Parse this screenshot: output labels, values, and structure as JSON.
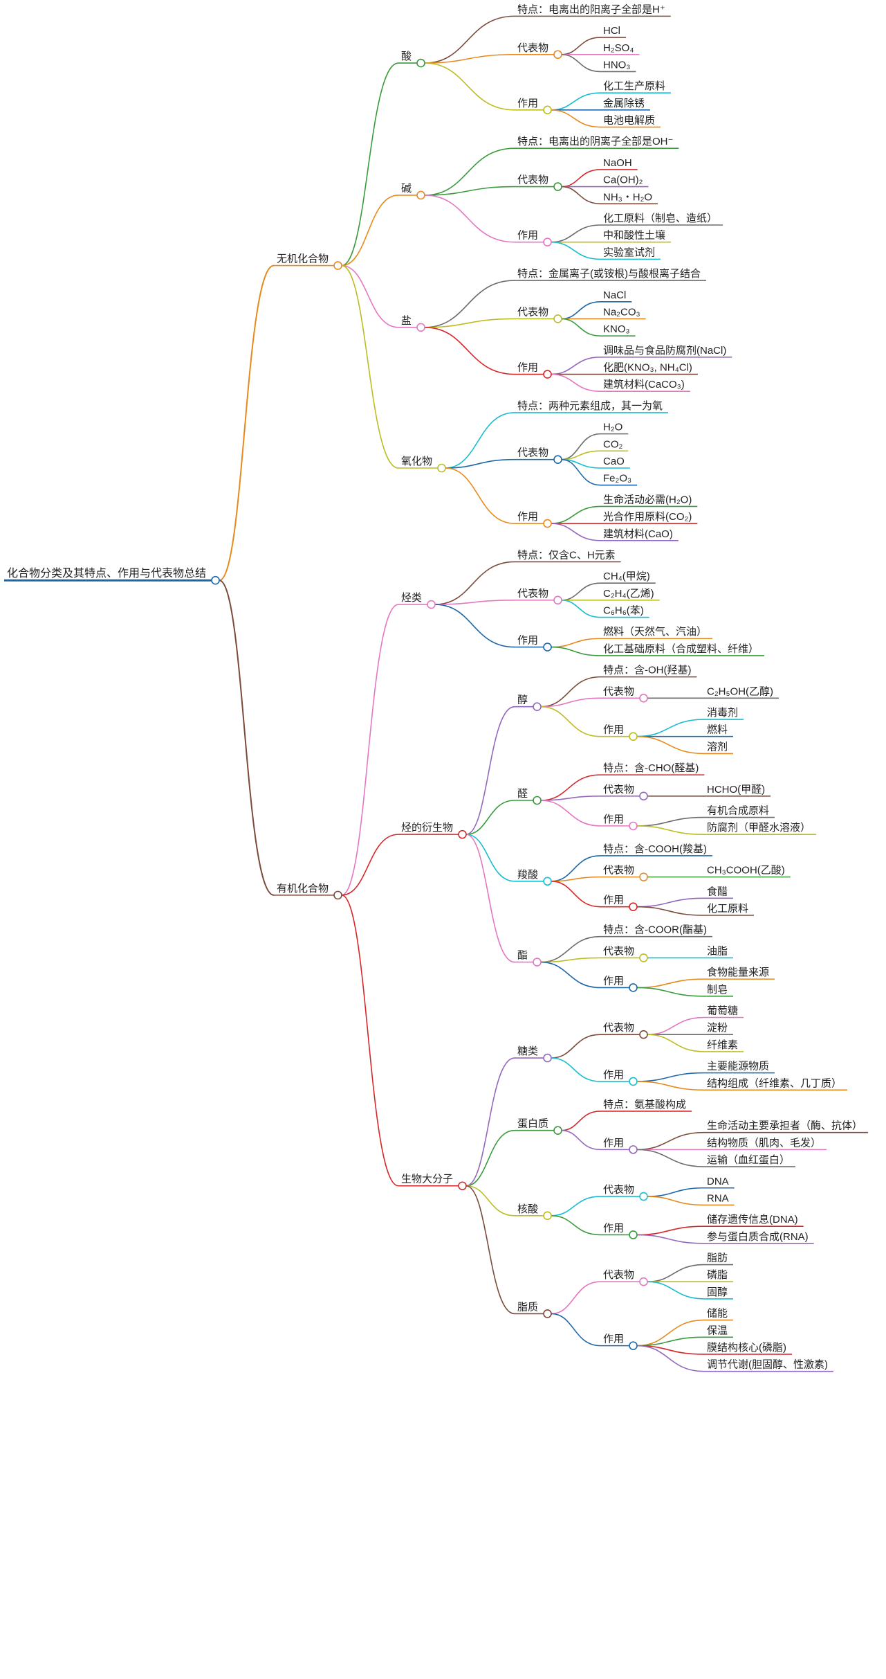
{
  "mindmap": {
    "text": "化合物分类及其特点、作用与代表物总结",
    "color": "#1f66a8",
    "children": [
      {
        "text": "无机化合物",
        "color": "#e8891c",
        "children": [
          {
            "text": "酸",
            "color": "#3a9a3c",
            "children": [
              {
                "text": "特点：电离出的阳离子全部是H⁺",
                "color": "#7b4a3a"
              },
              {
                "text": "代表物",
                "color": "#e8891c",
                "children": [
                  {
                    "text": "HCl",
                    "color": "#7b4a3a"
                  },
                  {
                    "text": "H₂SO₄",
                    "color": "#e377c2"
                  },
                  {
                    "text": "HNO₃",
                    "color": "#6b6b6b"
                  }
                ]
              },
              {
                "text": "作用",
                "color": "#bcbd22",
                "children": [
                  {
                    "text": "化工生产原料",
                    "color": "#17becf"
                  },
                  {
                    "text": "金属除锈",
                    "color": "#1f66a8"
                  },
                  {
                    "text": "电池电解质",
                    "color": "#e8891c"
                  }
                ]
              }
            ]
          },
          {
            "text": "碱",
            "color": "#e8891c",
            "children": [
              {
                "text": "特点：电离出的阴离子全部是OH⁻",
                "color": "#3a9a3c"
              },
              {
                "text": "代表物",
                "color": "#3a9a3c",
                "children": [
                  {
                    "text": "NaOH",
                    "color": "#d62728"
                  },
                  {
                    "text": "Ca(OH)₂",
                    "color": "#9467bd"
                  },
                  {
                    "text": "NH₃・H₂O",
                    "color": "#7b4a3a"
                  }
                ]
              },
              {
                "text": "作用",
                "color": "#e377c2",
                "children": [
                  {
                    "text": "化工原料（制皂、造纸）",
                    "color": "#6b6b6b"
                  },
                  {
                    "text": "中和酸性土壤",
                    "color": "#bcbd22"
                  },
                  {
                    "text": "实验室试剂",
                    "color": "#17becf"
                  }
                ]
              }
            ]
          },
          {
            "text": "盐",
            "color": "#e377c2",
            "children": [
              {
                "text": "特点：金属离子(或铵根)与酸根离子结合",
                "color": "#6b6b6b"
              },
              {
                "text": "代表物",
                "color": "#bcbd22",
                "children": [
                  {
                    "text": "NaCl",
                    "color": "#1f66a8"
                  },
                  {
                    "text": "Na₂CO₃",
                    "color": "#e8891c"
                  },
                  {
                    "text": "KNO₃",
                    "color": "#3a9a3c"
                  }
                ]
              },
              {
                "text": "作用",
                "color": "#d62728",
                "children": [
                  {
                    "text": "调味品与食品防腐剂(NaCl)",
                    "color": "#9467bd"
                  },
                  {
                    "text": "化肥(KNO₃, NH₄Cl)",
                    "color": "#7b4a3a"
                  },
                  {
                    "text": "建筑材料(CaCO₃)",
                    "color": "#e377c2"
                  }
                ]
              }
            ]
          },
          {
            "text": "氧化物",
            "color": "#bcbd22",
            "children": [
              {
                "text": "特点：两种元素组成，其一为氧",
                "color": "#17becf"
              },
              {
                "text": "代表物",
                "color": "#1f66a8",
                "children": [
                  {
                    "text": "H₂O",
                    "color": "#6b6b6b"
                  },
                  {
                    "text": "CO₂",
                    "color": "#bcbd22"
                  },
                  {
                    "text": "CaO",
                    "color": "#17becf"
                  },
                  {
                    "text": "Fe₂O₃",
                    "color": "#1f66a8"
                  }
                ]
              },
              {
                "text": "作用",
                "color": "#e8891c",
                "children": [
                  {
                    "text": "生命活动必需(H₂O)",
                    "color": "#3a9a3c"
                  },
                  {
                    "text": "光合作用原料(CO₂)",
                    "color": "#d62728"
                  },
                  {
                    "text": "建筑材料(CaO)",
                    "color": "#9467bd"
                  }
                ]
              }
            ]
          }
        ]
      },
      {
        "text": "有机化合物",
        "color": "#7b4a3a",
        "children": [
          {
            "text": "烃类",
            "color": "#e377c2",
            "children": [
              {
                "text": "特点：仅含C、H元素",
                "color": "#7b4a3a"
              },
              {
                "text": "代表物",
                "color": "#e377c2",
                "children": [
                  {
                    "text": "CH₄(甲烷)",
                    "color": "#6b6b6b"
                  },
                  {
                    "text": "C₂H₄(乙烯)",
                    "color": "#bcbd22"
                  },
                  {
                    "text": "C₆H₆(苯)",
                    "color": "#17becf"
                  }
                ]
              },
              {
                "text": "作用",
                "color": "#1f66a8",
                "children": [
                  {
                    "text": "燃料（天然气、汽油）",
                    "color": "#e8891c"
                  },
                  {
                    "text": "化工基础原料（合成塑料、纤维）",
                    "color": "#3a9a3c"
                  }
                ]
              }
            ]
          },
          {
            "text": "烃的衍生物",
            "color": "#d62728",
            "children": [
              {
                "text": "醇",
                "color": "#9467bd",
                "children": [
                  {
                    "text": "特点：含-OH(羟基)",
                    "color": "#7b4a3a"
                  },
                  {
                    "text": "代表物",
                    "color": "#e377c2",
                    "children": [
                      {
                        "text": "C₂H₅OH(乙醇)",
                        "color": "#6b6b6b"
                      }
                    ]
                  },
                  {
                    "text": "作用",
                    "color": "#bcbd22",
                    "children": [
                      {
                        "text": "消毒剂",
                        "color": "#17becf"
                      },
                      {
                        "text": "燃料",
                        "color": "#1f66a8"
                      },
                      {
                        "text": "溶剂",
                        "color": "#e8891c"
                      }
                    ]
                  }
                ]
              },
              {
                "text": "醛",
                "color": "#3a9a3c",
                "children": [
                  {
                    "text": "特点：含-CHO(醛基)",
                    "color": "#d62728"
                  },
                  {
                    "text": "代表物",
                    "color": "#9467bd",
                    "children": [
                      {
                        "text": "HCHO(甲醛)",
                        "color": "#7b4a3a"
                      }
                    ]
                  },
                  {
                    "text": "作用",
                    "color": "#e377c2",
                    "children": [
                      {
                        "text": "有机合成原料",
                        "color": "#6b6b6b"
                      },
                      {
                        "text": "防腐剂（甲醛水溶液）",
                        "color": "#bcbd22"
                      }
                    ]
                  }
                ]
              },
              {
                "text": "羧酸",
                "color": "#17becf",
                "children": [
                  {
                    "text": "特点：含-COOH(羧基)",
                    "color": "#1f66a8"
                  },
                  {
                    "text": "代表物",
                    "color": "#e8891c",
                    "children": [
                      {
                        "text": "CH₃COOH(乙酸)",
                        "color": "#3a9a3c"
                      }
                    ]
                  },
                  {
                    "text": "作用",
                    "color": "#d62728",
                    "children": [
                      {
                        "text": "食醋",
                        "color": "#9467bd"
                      },
                      {
                        "text": "化工原料",
                        "color": "#7b4a3a"
                      }
                    ]
                  }
                ]
              },
              {
                "text": "酯",
                "color": "#e377c2",
                "children": [
                  {
                    "text": "特点：含-COOR(酯基)",
                    "color": "#6b6b6b"
                  },
                  {
                    "text": "代表物",
                    "color": "#bcbd22",
                    "children": [
                      {
                        "text": "油脂",
                        "color": "#17becf"
                      }
                    ]
                  },
                  {
                    "text": "作用",
                    "color": "#1f66a8",
                    "children": [
                      {
                        "text": "食物能量来源",
                        "color": "#e8891c"
                      },
                      {
                        "text": "制皂",
                        "color": "#3a9a3c"
                      }
                    ]
                  }
                ]
              }
            ]
          },
          {
            "text": "生物大分子",
            "color": "#d62728",
            "children": [
              {
                "text": "糖类",
                "color": "#9467bd",
                "children": [
                  {
                    "text": "代表物",
                    "color": "#7b4a3a",
                    "children": [
                      {
                        "text": "葡萄糖",
                        "color": "#e377c2"
                      },
                      {
                        "text": "淀粉",
                        "color": "#6b6b6b"
                      },
                      {
                        "text": "纤维素",
                        "color": "#bcbd22"
                      }
                    ]
                  },
                  {
                    "text": "作用",
                    "color": "#17becf",
                    "children": [
                      {
                        "text": "主要能源物质",
                        "color": "#1f66a8"
                      },
                      {
                        "text": "结构组成（纤维素、几丁质）",
                        "color": "#e8891c"
                      }
                    ]
                  }
                ]
              },
              {
                "text": "蛋白质",
                "color": "#3a9a3c",
                "children": [
                  {
                    "text": "特点：氨基酸构成",
                    "color": "#d62728"
                  },
                  {
                    "text": "作用",
                    "color": "#9467bd",
                    "children": [
                      {
                        "text": "生命活动主要承担者（酶、抗体）",
                        "color": "#7b4a3a"
                      },
                      {
                        "text": "结构物质（肌肉、毛发）",
                        "color": "#e377c2"
                      },
                      {
                        "text": "运输（血红蛋白）",
                        "color": "#6b6b6b"
                      }
                    ]
                  }
                ]
              },
              {
                "text": "核酸",
                "color": "#bcbd22",
                "children": [
                  {
                    "text": "代表物",
                    "color": "#17becf",
                    "children": [
                      {
                        "text": "DNA",
                        "color": "#1f66a8"
                      },
                      {
                        "text": "RNA",
                        "color": "#e8891c"
                      }
                    ]
                  },
                  {
                    "text": "作用",
                    "color": "#3a9a3c",
                    "children": [
                      {
                        "text": "储存遗传信息(DNA)",
                        "color": "#d62728"
                      },
                      {
                        "text": "参与蛋白质合成(RNA)",
                        "color": "#9467bd"
                      }
                    ]
                  }
                ]
              },
              {
                "text": "脂质",
                "color": "#7b4a3a",
                "children": [
                  {
                    "text": "代表物",
                    "color": "#e377c2",
                    "children": [
                      {
                        "text": "脂肪",
                        "color": "#6b6b6b"
                      },
                      {
                        "text": "磷脂",
                        "color": "#bcbd22"
                      },
                      {
                        "text": "固醇",
                        "color": "#17becf"
                      }
                    ]
                  },
                  {
                    "text": "作用",
                    "color": "#1f66a8",
                    "children": [
                      {
                        "text": "储能",
                        "color": "#e8891c"
                      },
                      {
                        "text": "保温",
                        "color": "#3a9a3c"
                      },
                      {
                        "text": "膜结构核心(磷脂)",
                        "color": "#d62728"
                      },
                      {
                        "text": "调节代谢(胆固醇、性激素)",
                        "color": "#9467bd"
                      }
                    ]
                  }
                ]
              }
            ]
          }
        ]
      }
    ]
  }
}
